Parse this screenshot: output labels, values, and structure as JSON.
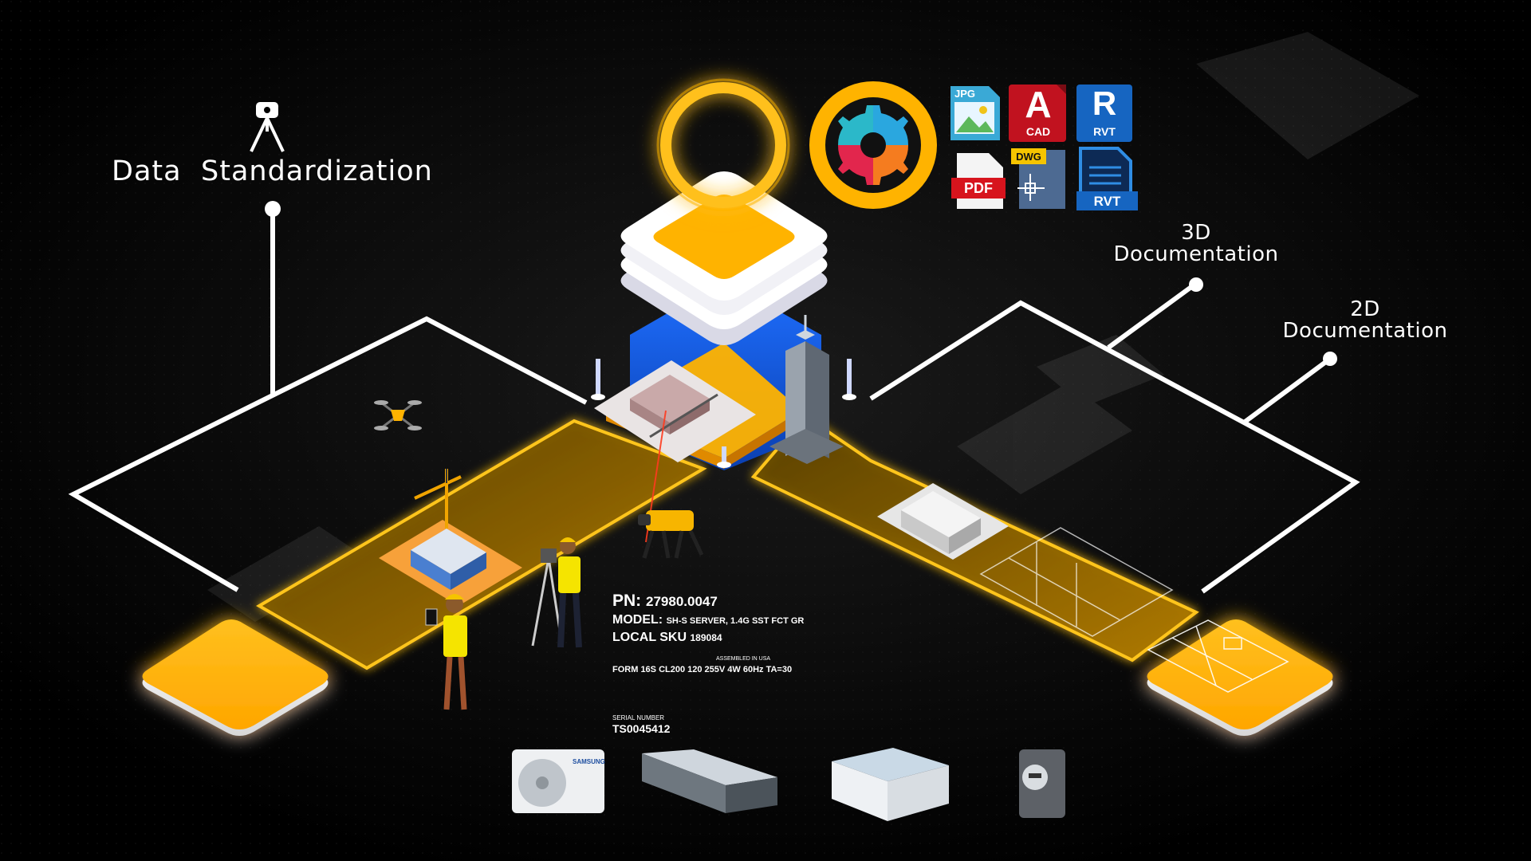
{
  "labels": {
    "data": "Data",
    "standardization": "Standardization",
    "doc3d_top": "3D",
    "doc3d_bottom": "Documentation",
    "doc2d_top": "2D",
    "doc2d_bottom": "Documentation"
  },
  "file_icons": {
    "jpg": "JPG",
    "cad_letter": "A",
    "cad": "CAD",
    "rvt_letter": "R",
    "rvt": "RVT",
    "pdf": "PDF",
    "dwg": "DWG",
    "rvt_doc": "RVT"
  },
  "nameplate": {
    "pn_label": "PN:",
    "pn_value": "27980.0047",
    "model_label": "MODEL:",
    "model_value": "SH-S SERVER, 1.4G SST FCT GR",
    "sku_label": "LOCAL SKU",
    "sku_value": "189084",
    "assembled": "ASSEMBLED IN USA",
    "form": "FORM 16S CL200 120 255V 4W 60Hz TA=30",
    "serial_label": "SERIAL NUMBER",
    "serial_value": "TS0045412"
  },
  "brand": {
    "ac_brand": "SAMSUNG"
  },
  "icons": [
    "tripod-icon",
    "drone-icon",
    "ring-icon",
    "gear-puzzle-icon",
    "jpg-file-icon",
    "cad-file-icon",
    "rvt-file-icon",
    "pdf-file-icon",
    "dwg-file-icon",
    "rvt-document-icon"
  ],
  "colors": {
    "accent": "#FFB300",
    "accent_dark": "#E58E00",
    "line": "#FFFFFF",
    "background": "#000000"
  }
}
